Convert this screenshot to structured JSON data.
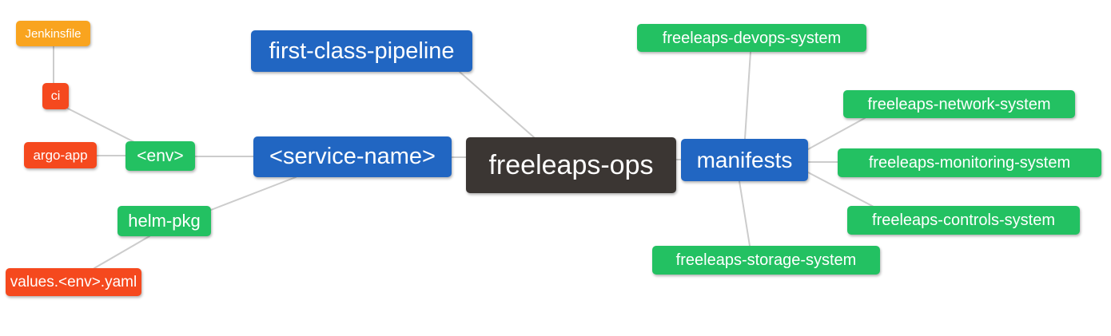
{
  "diagram": {
    "type": "mindmap",
    "root_label": "freeleaps-ops"
  },
  "colors": {
    "orange": "#f9a41f",
    "red": "#f5491e",
    "green": "#23c162",
    "blue": "#2166c2",
    "dark": "#3b3633",
    "edge": "#cccccc",
    "text": "#ffffff",
    "background": "#ffffff"
  },
  "nodes": [
    {
      "id": "jenkinsfile",
      "label": "Jenkinsfile",
      "color": "orange"
    },
    {
      "id": "ci",
      "label": "ci",
      "color": "red"
    },
    {
      "id": "argo-app",
      "label": "argo-app",
      "color": "red"
    },
    {
      "id": "env",
      "label": "<env>",
      "color": "green"
    },
    {
      "id": "helm-pkg",
      "label": "helm-pkg",
      "color": "green"
    },
    {
      "id": "values-env-yaml",
      "label": "values.<env>.yaml",
      "color": "red"
    },
    {
      "id": "first-class-pipeline",
      "label": "first-class-pipeline",
      "color": "blue"
    },
    {
      "id": "service-name",
      "label": "<service-name>",
      "color": "blue"
    },
    {
      "id": "freeleaps-ops",
      "label": "freeleaps-ops",
      "color": "dark"
    },
    {
      "id": "manifests",
      "label": "manifests",
      "color": "blue"
    },
    {
      "id": "freeleaps-devops-system",
      "label": "freeleaps-devops-system",
      "color": "green"
    },
    {
      "id": "freeleaps-network-system",
      "label": "freeleaps-network-system",
      "color": "green"
    },
    {
      "id": "freeleaps-monitoring-system",
      "label": "freeleaps-monitoring-system",
      "color": "green"
    },
    {
      "id": "freeleaps-controls-system",
      "label": "freeleaps-controls-system",
      "color": "green"
    },
    {
      "id": "freeleaps-storage-system",
      "label": "freeleaps-storage-system",
      "color": "green"
    }
  ],
  "edges": [
    {
      "from": "jenkinsfile",
      "to": "ci"
    },
    {
      "from": "ci",
      "to": "env"
    },
    {
      "from": "argo-app",
      "to": "env"
    },
    {
      "from": "env",
      "to": "service-name"
    },
    {
      "from": "service-name",
      "to": "helm-pkg"
    },
    {
      "from": "helm-pkg",
      "to": "values-env-yaml"
    },
    {
      "from": "first-class-pipeline",
      "to": "freeleaps-ops"
    },
    {
      "from": "service-name",
      "to": "freeleaps-ops"
    },
    {
      "from": "freeleaps-ops",
      "to": "manifests"
    },
    {
      "from": "manifests",
      "to": "freeleaps-devops-system"
    },
    {
      "from": "manifests",
      "to": "freeleaps-network-system"
    },
    {
      "from": "manifests",
      "to": "freeleaps-monitoring-system"
    },
    {
      "from": "manifests",
      "to": "freeleaps-controls-system"
    },
    {
      "from": "manifests",
      "to": "freeleaps-storage-system"
    }
  ]
}
